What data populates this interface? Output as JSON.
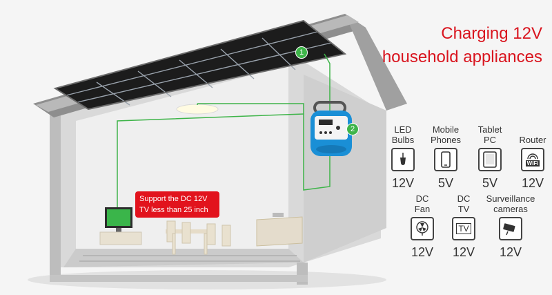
{
  "headline": {
    "line1": "Charging 12V",
    "line2": "household appliances"
  },
  "badge": {
    "line1": "Support the DC 12V",
    "line2": "TV less than 25 inch"
  },
  "markers": [
    "1",
    "2"
  ],
  "colors": {
    "headline": "#d9141e",
    "badge": "#e2131d",
    "wire": "#3eb449",
    "unit": "#1a8fd6"
  },
  "devices": [
    {
      "name_line1": "LED",
      "name_line2": "Bulbs",
      "icon": "bulb-icon",
      "voltage": "12V"
    },
    {
      "name_line1": "Mobile",
      "name_line2": "Phones",
      "icon": "phone-icon",
      "voltage": "5V"
    },
    {
      "name_line1": "Tablet",
      "name_line2": "PC",
      "icon": "tablet-icon",
      "voltage": "5V"
    },
    {
      "name_line1": "Router",
      "name_line2": "",
      "icon": "router-icon",
      "router_text": "WiFi",
      "voltage": "12V"
    },
    {
      "name_line1": "DC",
      "name_line2": "Fan",
      "icon": "fan-icon",
      "voltage": "12V"
    },
    {
      "name_line1": "DC",
      "name_line2": "TV",
      "icon": "tv-icon",
      "tv_text": "TV",
      "voltage": "12V"
    },
    {
      "name_line1": "Surveillance",
      "name_line2": "cameras",
      "icon": "camera-icon",
      "voltage": "12V"
    }
  ]
}
